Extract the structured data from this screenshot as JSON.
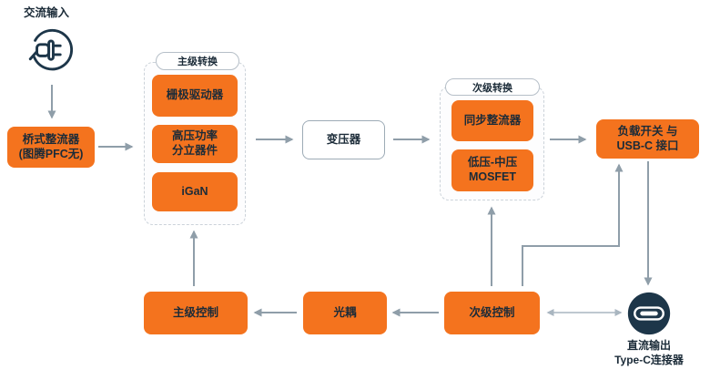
{
  "colors": {
    "accent_orange": "#F4731E",
    "dark_navy": "#1D3649",
    "arrow_gray": "#8F9EA9",
    "light_arrow_gray": "#A9B6C0"
  },
  "ac_input": {
    "label": "交流输入",
    "icon": "ac-plug-icon"
  },
  "bridge_rectifier": {
    "label": "桥式整流器\n(图腾PFC无)"
  },
  "primary_conversion": {
    "group_label": "主级转换",
    "items": [
      "栅极驱动器",
      "高压功率\n分立器件",
      "iGaN"
    ]
  },
  "transformer": {
    "label": "变压器"
  },
  "secondary_conversion": {
    "group_label": "次级转换",
    "items": [
      "同步整流器",
      "低压-中压\nMOSFET"
    ]
  },
  "load_switch": {
    "label": "负载开关 与\nUSB-C 接口"
  },
  "dc_output": {
    "label": "直流输出\nType-C连接器",
    "icon": "usb-c-connector-icon"
  },
  "controls": {
    "primary": "主级控制",
    "optocoupler": "光耦",
    "secondary": "次级控制"
  }
}
